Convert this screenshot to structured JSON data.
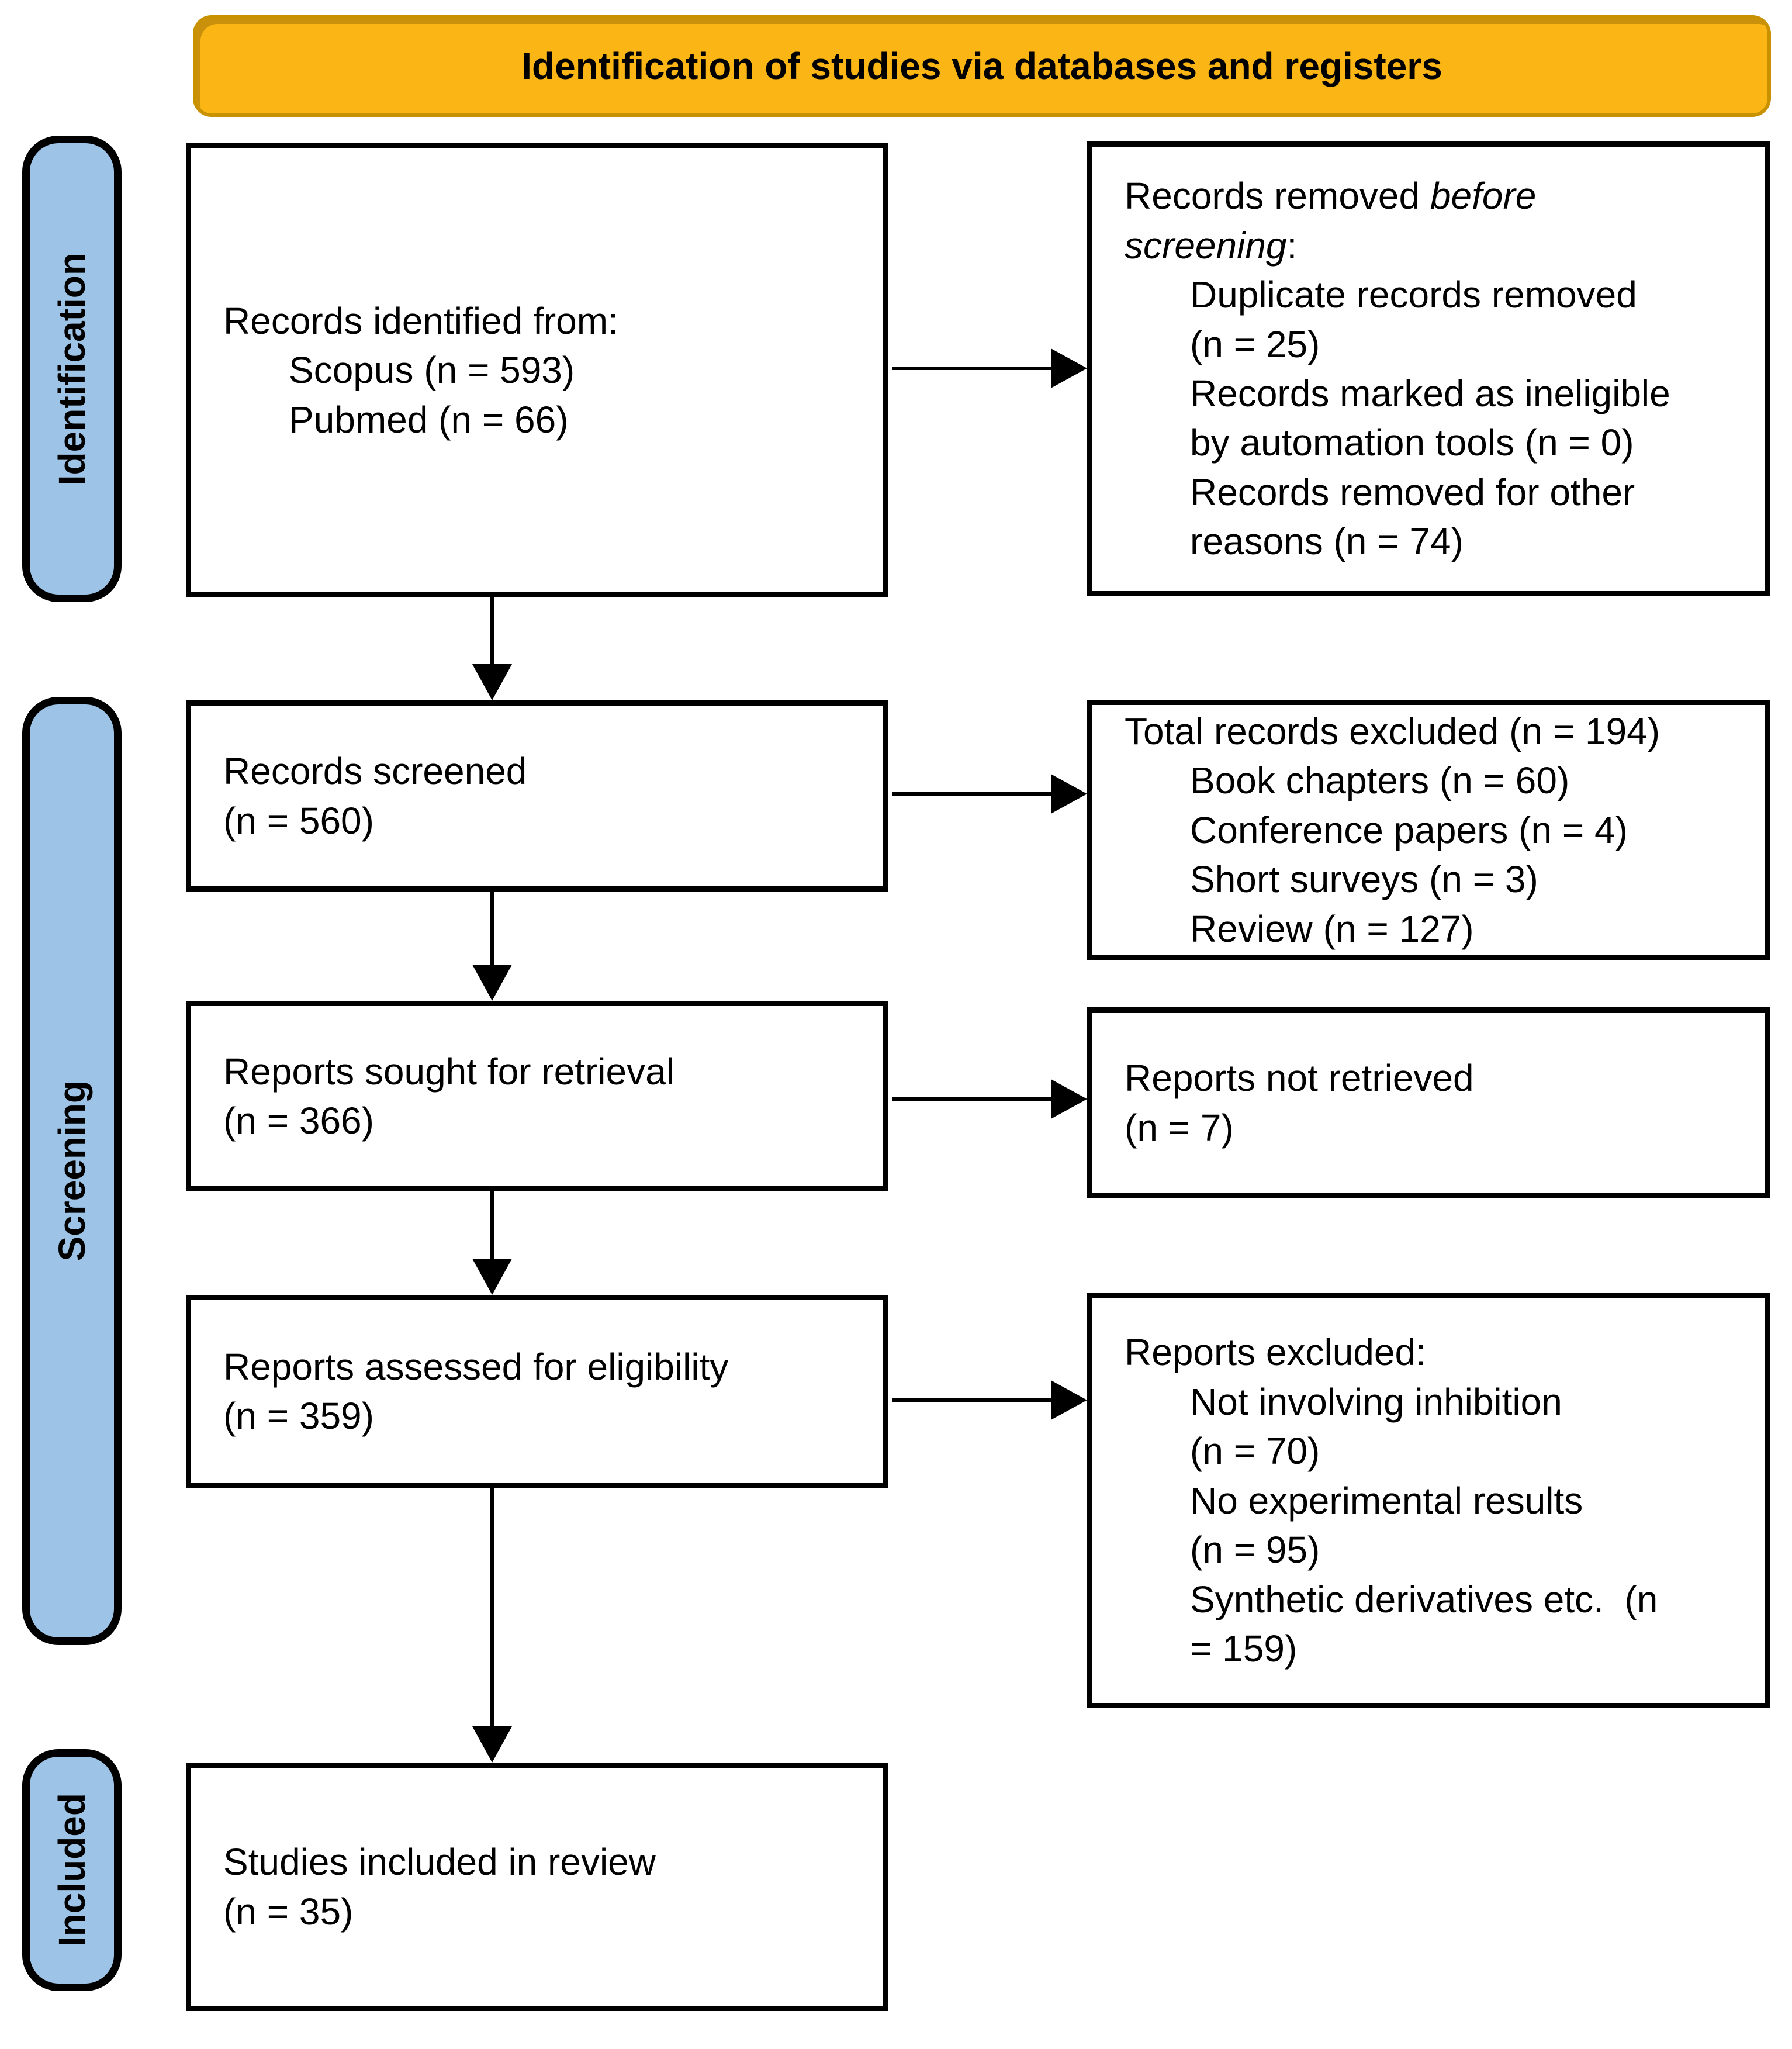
{
  "title": "Identification of studies via databases and registers",
  "colors": {
    "banner_fill": "#FBB615",
    "banner_border": "#C79100",
    "stage_fill": "#9DC3E6",
    "box_border": "#000000",
    "text": "#000000"
  },
  "sidebar": {
    "stages": [
      {
        "label": "Identification"
      },
      {
        "label": "Screening"
      },
      {
        "label": "Included"
      }
    ]
  },
  "flow": {
    "identified": {
      "heading": "Records identified from:",
      "items": [
        "Scopus (n = 593)",
        "Pubmed (n = 66)"
      ]
    },
    "removed": {
      "prefix": "Records removed ",
      "italic": "before\nscreening",
      "suffix": ":",
      "items": [
        "Duplicate records removed\n(n = 25)",
        "Records marked as ineligible\nby automation tools (n = 0)",
        "Records removed for other\nreasons (n = 74)"
      ]
    },
    "screened": {
      "text": "Records screened\n(n = 560)"
    },
    "excluded_records": {
      "heading": "Total records excluded (n = 194)",
      "items": [
        "Book chapters (n = 60)",
        "Conference papers (n = 4)",
        "Short surveys (n = 3)",
        "Review (n = 127)"
      ]
    },
    "sought": {
      "text": "Reports sought for retrieval\n(n = 366)"
    },
    "not_retrieved": {
      "text": "Reports not retrieved\n(n = 7)"
    },
    "assessed": {
      "text": "Reports assessed for eligibility\n(n = 359)"
    },
    "excluded_reports": {
      "heading": "Reports excluded:",
      "items": [
        "Not involving inhibition\n(n = 70)",
        "No experimental results\n(n = 95)",
        "Synthetic derivatives etc.  (n\n= 159)"
      ]
    },
    "included": {
      "text": "Studies included in review\n(n = 35)"
    }
  }
}
